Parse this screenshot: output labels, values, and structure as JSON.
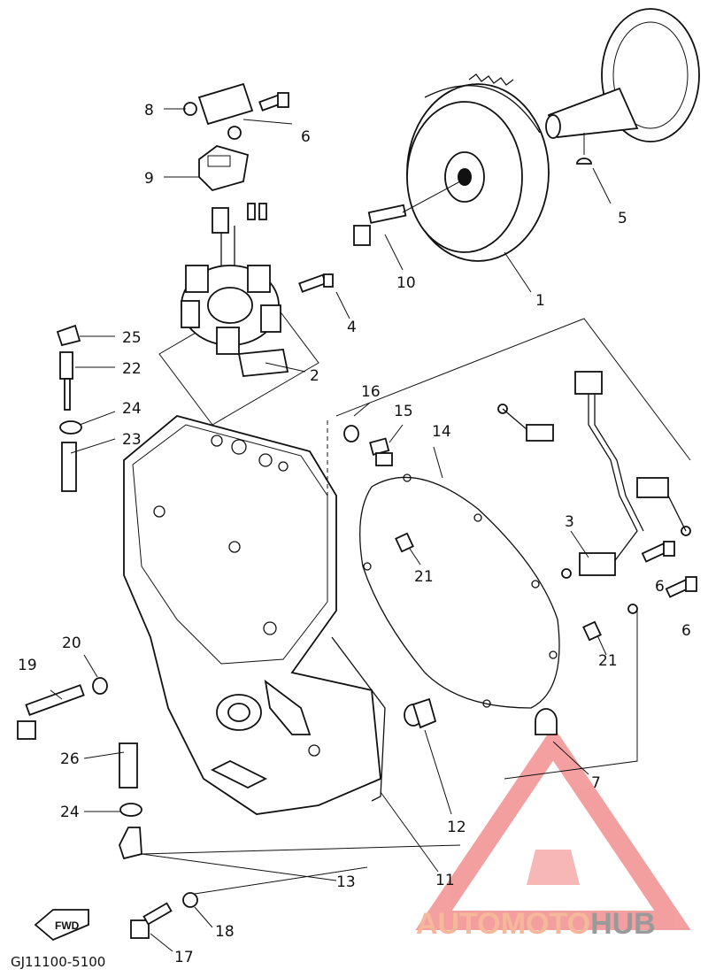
{
  "diagram": {
    "code": "GJ11100-5100",
    "fwd_label": "FWD",
    "callouts": [
      {
        "id": "c1",
        "text": "1"
      },
      {
        "id": "c2",
        "text": "2"
      },
      {
        "id": "c3",
        "text": "3"
      },
      {
        "id": "c4",
        "text": "4"
      },
      {
        "id": "c5",
        "text": "5"
      },
      {
        "id": "c6a",
        "text": "6"
      },
      {
        "id": "c6b",
        "text": "6"
      },
      {
        "id": "c6c",
        "text": "6"
      },
      {
        "id": "c7",
        "text": "7"
      },
      {
        "id": "c8",
        "text": "8"
      },
      {
        "id": "c9",
        "text": "9"
      },
      {
        "id": "c10",
        "text": "10"
      },
      {
        "id": "c11",
        "text": "11"
      },
      {
        "id": "c12",
        "text": "12"
      },
      {
        "id": "c13",
        "text": "13"
      },
      {
        "id": "c14",
        "text": "14"
      },
      {
        "id": "c15",
        "text": "15"
      },
      {
        "id": "c16",
        "text": "16"
      },
      {
        "id": "c17",
        "text": "17"
      },
      {
        "id": "c18",
        "text": "18"
      },
      {
        "id": "c19",
        "text": "19"
      },
      {
        "id": "c20",
        "text": "20"
      },
      {
        "id": "c21a",
        "text": "21"
      },
      {
        "id": "c21b",
        "text": "21"
      },
      {
        "id": "c22",
        "text": "22"
      },
      {
        "id": "c23",
        "text": "23"
      },
      {
        "id": "c24a",
        "text": "24"
      },
      {
        "id": "c24b",
        "text": "24"
      },
      {
        "id": "c25",
        "text": "25"
      },
      {
        "id": "c26",
        "text": "26"
      }
    ]
  },
  "watermark": {
    "part1": "AUTOMOTO",
    "part2": "HUB",
    "color_light": "#f5c0a8",
    "color_dark": "#9a9a9a",
    "color_logo": "#f08080"
  }
}
